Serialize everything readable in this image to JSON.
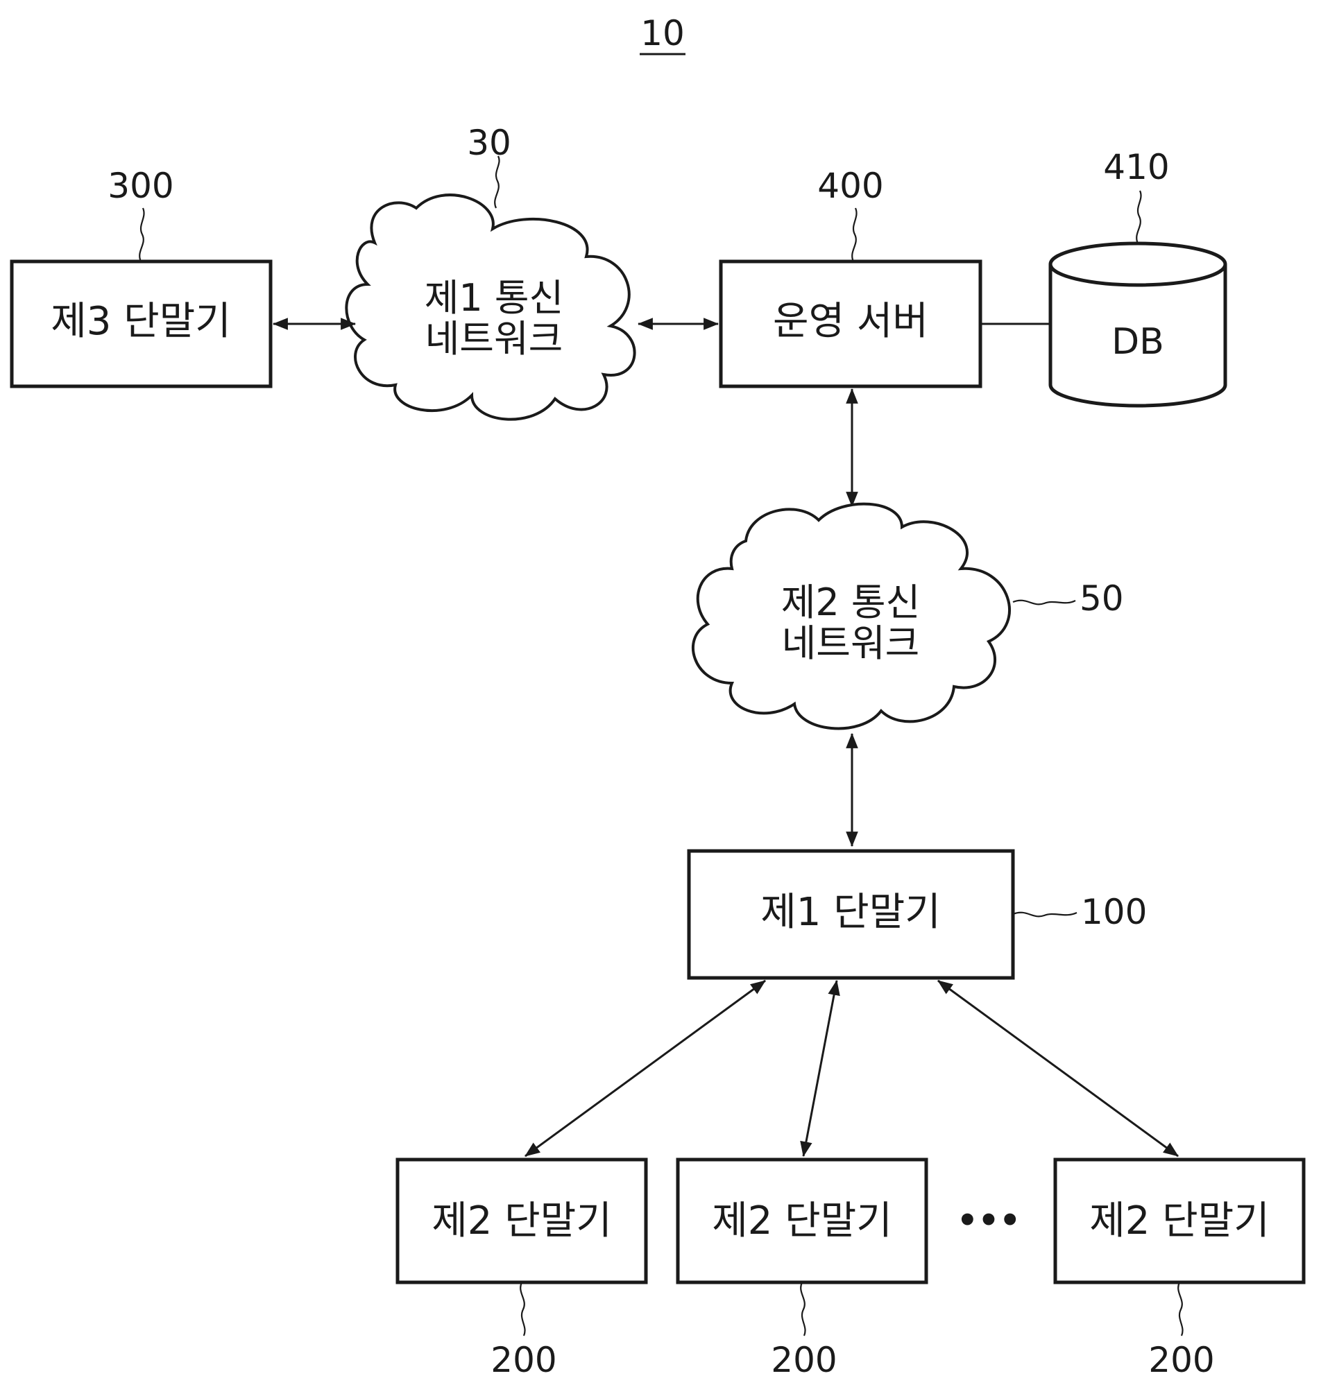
{
  "figure": {
    "ref": "10"
  },
  "nodes": {
    "third_terminal": {
      "label": "제3 단말기",
      "ref": "300"
    },
    "first_network": {
      "label_line1": "제1 통신",
      "label_line2": "네트워크",
      "ref": "30"
    },
    "operation_server": {
      "label": "운영 서버",
      "ref": "400"
    },
    "database": {
      "label": "DB",
      "ref": "410"
    },
    "second_network": {
      "label_line1": "제2 통신",
      "label_line2": "네트워크",
      "ref": "50"
    },
    "first_terminal": {
      "label": "제1 단말기",
      "ref": "100"
    },
    "second_terminals": [
      {
        "label": "제2 단말기",
        "ref": "200"
      },
      {
        "label": "제2 단말기",
        "ref": "200"
      },
      {
        "label": "제2 단말기",
        "ref": "200"
      }
    ]
  },
  "ellipsis": "•••"
}
